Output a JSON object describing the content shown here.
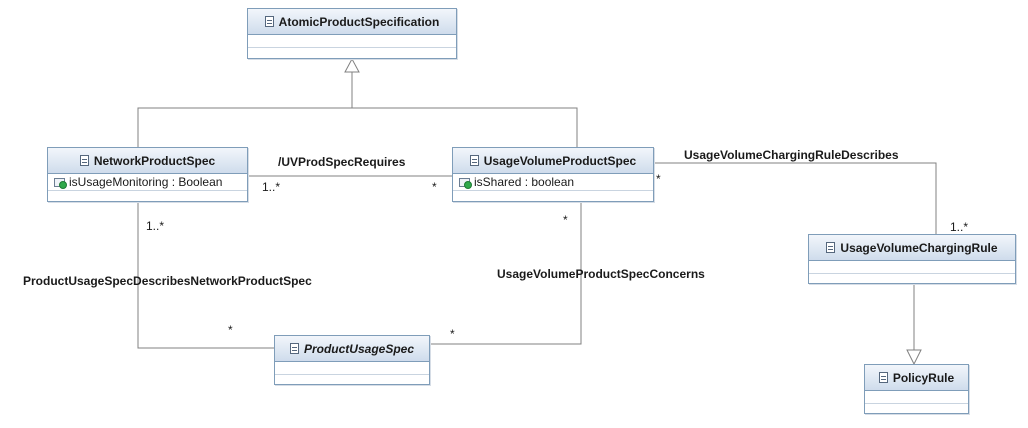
{
  "classes": {
    "atomic": {
      "name": "AtomicProductSpecification",
      "attributes": []
    },
    "network": {
      "name": "NetworkProductSpec",
      "attributes": [
        "isUsageMonitoring : Boolean"
      ]
    },
    "usage_volume": {
      "name": "UsageVolumeProductSpec",
      "attributes": [
        "isShared : boolean"
      ]
    },
    "charging_rule": {
      "name": "UsageVolumeChargingRule",
      "attributes": []
    },
    "product_usage": {
      "name": "ProductUsageSpec",
      "abstract": true,
      "attributes": []
    },
    "policy_rule": {
      "name": "PolicyRule",
      "attributes": []
    }
  },
  "associations": {
    "uv_requires": {
      "name": "/UVProdSpecRequires",
      "source_mult": "1..*",
      "target_mult": "*"
    },
    "charging_describes": {
      "name": "UsageVolumeChargingRuleDescribes",
      "source_mult": "*",
      "target_mult": "1..*"
    },
    "pus_describes": {
      "name": "ProductUsageSpecDescribesNetworkProductSpec",
      "source_mult": "1..*",
      "target_mult": "*"
    },
    "uv_concerns": {
      "name": "UsageVolumeProductSpecConcerns",
      "source_mult": "*",
      "target_mult": "*"
    }
  },
  "colors": {
    "line": "#808080",
    "border": "#7f9db9",
    "header": "#cfdcec"
  }
}
